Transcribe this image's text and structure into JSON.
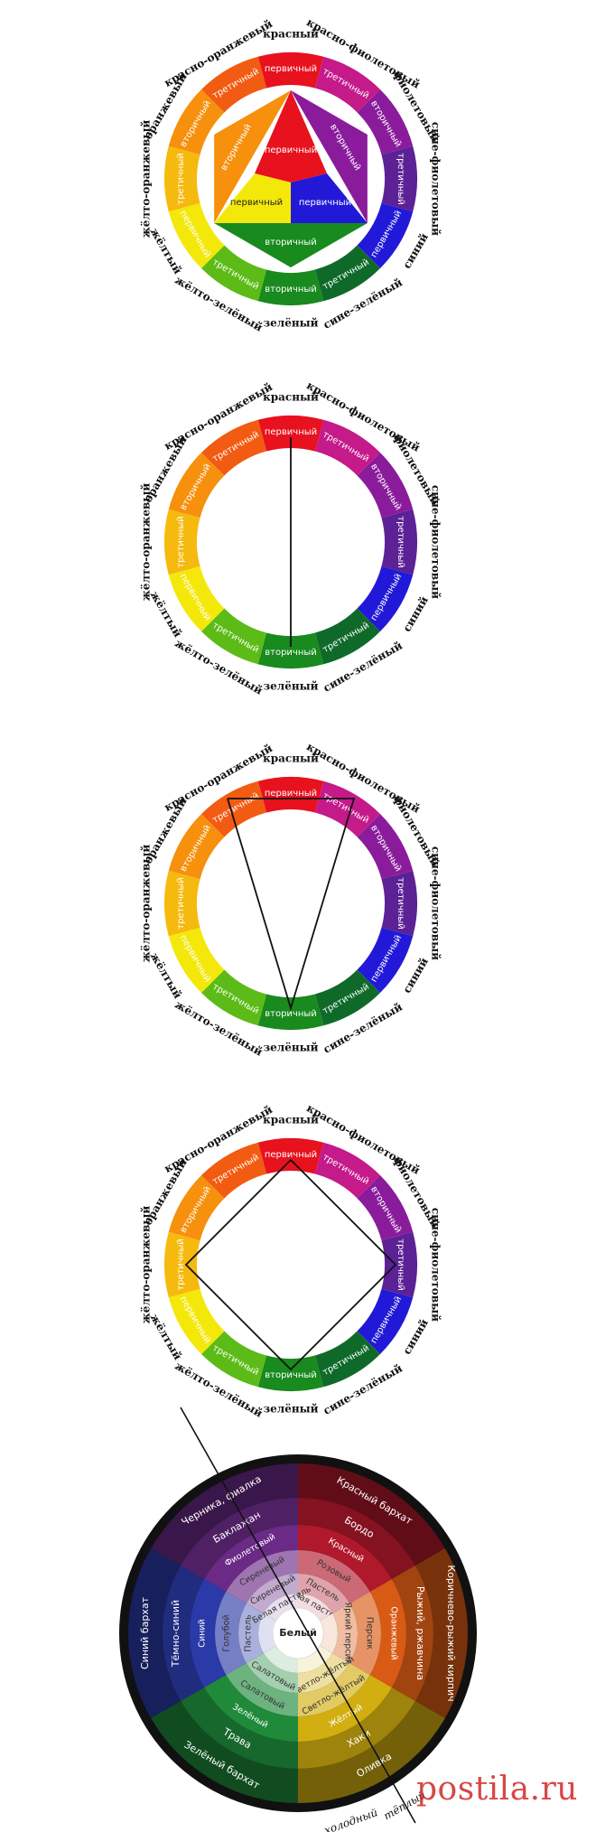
{
  "wheel": {
    "segments": [
      {
        "fill": "#e8111e",
        "ring": "первичный",
        "outer": "красный"
      },
      {
        "fill": "#c41a8a",
        "ring": "третичный",
        "outer": "красно-фиолетовый"
      },
      {
        "fill": "#8a1c9c",
        "ring": "вторичный",
        "outer": "фиолетовый"
      },
      {
        "fill": "#5d2196",
        "ring": "третичный",
        "outer": "сине-фиолетовый"
      },
      {
        "fill": "#2219d8",
        "ring": "первичный",
        "outer": "синий"
      },
      {
        "fill": "#0f6a2a",
        "ring": "третичный",
        "outer": "сине-зелёный"
      },
      {
        "fill": "#188a1e",
        "ring": "вторичный",
        "outer": "зелёный"
      },
      {
        "fill": "#5cbb16",
        "ring": "третичный",
        "outer": "жёлто-зелёный"
      },
      {
        "fill": "#f4e80b",
        "ring": "первичный",
        "outer": "жёлтый"
      },
      {
        "fill": "#f6b90e",
        "ring": "третичный",
        "outer": "жёлто-оранжевый"
      },
      {
        "fill": "#f6900d",
        "ring": "вторичный",
        "outer": "оранжевый"
      },
      {
        "fill": "#f25b12",
        "ring": "третичный",
        "outer": "красно-оранжевый"
      }
    ],
    "inner_triangles": {
      "red": "первичный",
      "yellow": "первичный",
      "blue": "первичный"
    },
    "inner_corners": {
      "orange": "вторичный",
      "violet": "вторичный",
      "green": "вторичный"
    }
  },
  "season_wheel": {
    "rings": [
      [
        "Красный бархат",
        "Коричнево-рыжий кирпич",
        "Оливка",
        "Зелёный бархат",
        "Синий бархат",
        "Черника, фиалка"
      ],
      [
        "Бордо",
        "Рыжий, ржавчина",
        "Хаки",
        "Трава",
        "Тёмно-синий",
        "Баклажан"
      ],
      [
        "Красный",
        "Оранжевый",
        "Жёлтый",
        "Зелёный",
        "Синий",
        "Фиолетовый"
      ],
      [
        "Розовый",
        "Персик",
        "Светло-жёлтый",
        "Салатовый",
        "Голубой",
        "Сиреневый"
      ],
      [
        "Пастель",
        "Яркий персик",
        "Светло-жёлтый",
        "Салатовый",
        "Пастель",
        "Сиреневый"
      ],
      [
        "Белая пастель",
        "",
        "",
        "",
        "",
        "Белая пастель"
      ]
    ],
    "center": "Белый",
    "labels": {
      "cold": "холодный",
      "warm": "тёплый"
    }
  },
  "watermark": "postila.ru"
}
